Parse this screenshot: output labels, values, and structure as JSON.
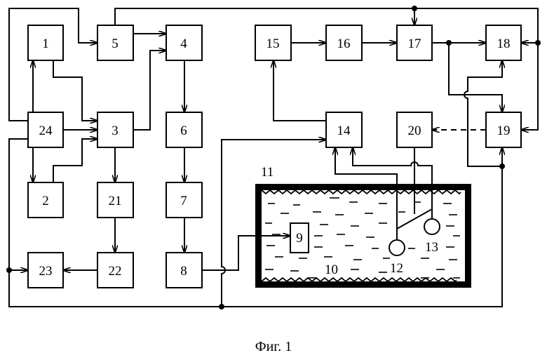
{
  "diagram": {
    "caption": "Фиг. 1",
    "blocks": [
      {
        "id": "b1",
        "label": "1"
      },
      {
        "id": "b2",
        "label": "2"
      },
      {
        "id": "b3",
        "label": "3"
      },
      {
        "id": "b4",
        "label": "4"
      },
      {
        "id": "b5",
        "label": "5"
      },
      {
        "id": "b6",
        "label": "6"
      },
      {
        "id": "b7",
        "label": "7"
      },
      {
        "id": "b8",
        "label": "8"
      },
      {
        "id": "b9",
        "label": "9"
      },
      {
        "id": "b14",
        "label": "14"
      },
      {
        "id": "b15",
        "label": "15"
      },
      {
        "id": "b16",
        "label": "16"
      },
      {
        "id": "b17",
        "label": "17"
      },
      {
        "id": "b18",
        "label": "18"
      },
      {
        "id": "b19",
        "label": "19"
      },
      {
        "id": "b20",
        "label": "20"
      },
      {
        "id": "b21",
        "label": "21"
      },
      {
        "id": "b22",
        "label": "22"
      },
      {
        "id": "b23",
        "label": "23"
      },
      {
        "id": "b24",
        "label": "24"
      }
    ],
    "tank_label": "11",
    "liquid_label": "10",
    "sensor_a_label": "12",
    "sensor_b_label": "13"
  }
}
